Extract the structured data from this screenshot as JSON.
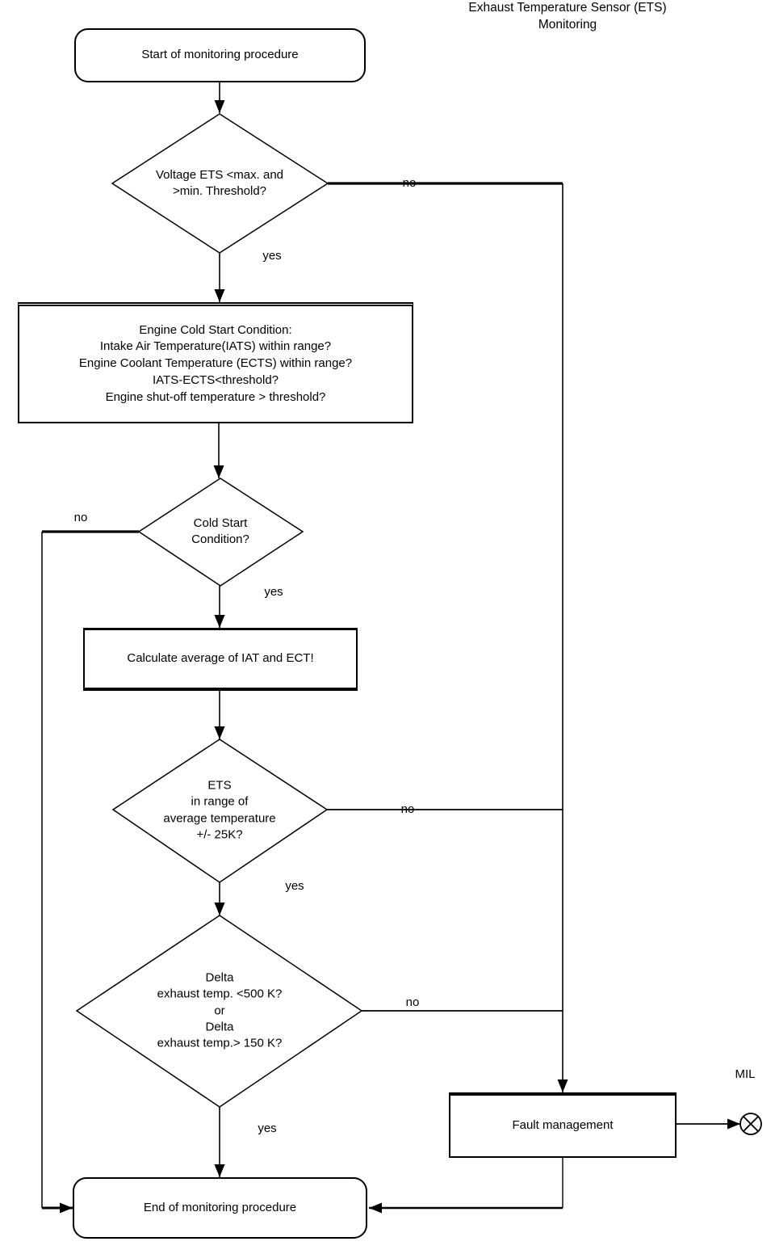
{
  "title": "Exhaust Temperature Sensor (ETS) Monitoring",
  "colors": {
    "line": "#000000",
    "background": "#ffffff"
  },
  "nodes": {
    "start": {
      "type": "terminator",
      "label": "Start of monitoring procedure"
    },
    "voltage_check": {
      "type": "decision",
      "label": "Voltage ETS <max. and\n>min. Threshold?"
    },
    "cold_start_conditions": {
      "type": "process",
      "label": "Engine Cold Start Condition:\nIntake Air Temperature(IATS) within range?\nEngine Coolant Temperature (ECTS)  within range?\nIATS-ECTS<threshold?\nEngine shut-off temperature > threshold?"
    },
    "cold_start_check": {
      "type": "decision",
      "label": "Cold Start\nCondition?"
    },
    "calculate_average": {
      "type": "process",
      "label": "Calculate average of IAT and ECT!"
    },
    "ets_range_check": {
      "type": "decision",
      "label": "ETS\nin range of\naverage temperature\n+/- 25K?"
    },
    "delta_check": {
      "type": "decision",
      "label": "Delta\nexhaust temp. <500 K?\nor\nDelta\nexhaust temp.> 150 K?"
    },
    "fault_management": {
      "type": "process",
      "label": "Fault management"
    },
    "end": {
      "type": "terminator",
      "label": "End of monitoring procedure"
    },
    "mil": {
      "type": "indicator-lamp",
      "label": "MIL"
    }
  },
  "edge_labels": {
    "voltage_no": "no",
    "voltage_yes": "yes",
    "cold_start_no": "no",
    "cold_start_yes": "yes",
    "ets_range_no": "no",
    "ets_range_yes": "yes",
    "delta_no": "no",
    "delta_yes": "yes"
  }
}
